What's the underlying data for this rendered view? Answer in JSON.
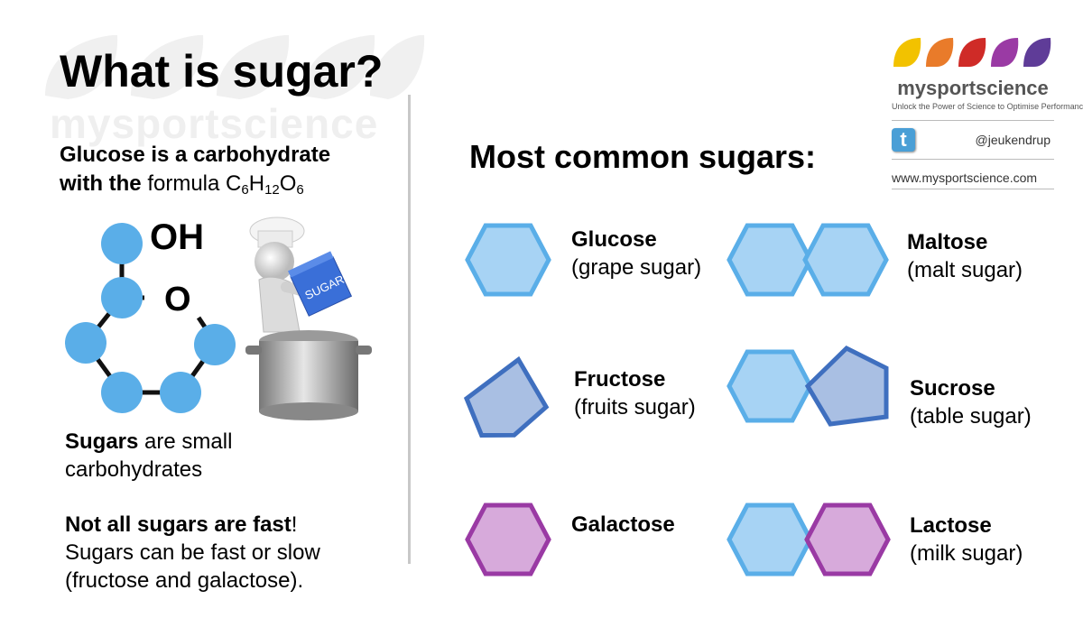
{
  "watermark": "mysportscience",
  "title": "What is sugar?",
  "intro": {
    "line1_bold": "Glucose is a carbohydrate",
    "line2_bold": "with the",
    "line2_text": "formula",
    "formula": {
      "c": "C",
      "c_n": "6",
      "h": "H",
      "h_n": "12",
      "o": "O",
      "o_n": "6"
    }
  },
  "molecule": {
    "oh_label": "OH",
    "o_label": "O"
  },
  "box_label": "SUGAR",
  "notes": {
    "sugars_bold": "Sugars",
    "sugars_text": "are small",
    "sugars_text2": "carbohydrates",
    "fast_bold": "Not all sugars are fast",
    "fast_punct": "!",
    "fast_line2": "Sugars can be fast or slow",
    "fast_line3": "(fructose and galactose)."
  },
  "section_title": "Most common sugars:",
  "sugars": [
    {
      "name": "Glucose",
      "desc": "(grape sugar)"
    },
    {
      "name": "Maltose",
      "desc": "(malt sugar)"
    },
    {
      "name": "Fructose",
      "desc": "(fruits sugar)"
    },
    {
      "name": "Sucrose",
      "desc": "(table sugar)"
    },
    {
      "name": "Galactose",
      "desc": ""
    },
    {
      "name": "Lactose",
      "desc": "(milk sugar)"
    }
  ],
  "brand": {
    "name": "mysportscience",
    "tagline": "Unlock the Power of Science to Optimise Performance",
    "twitter_handle": "@jeukendrup",
    "website": "www.mysportscience.com",
    "drop_colors": [
      "#f2c200",
      "#e97b2a",
      "#cf2b27",
      "#9a3aa4",
      "#5f3c98"
    ]
  },
  "colors": {
    "hex_fill": "#a7d3f4",
    "hex_stroke": "#5aaee8",
    "pent_fill": "#a9bfe3",
    "pent_stroke": "#3f6fbf",
    "gal_fill": "#d7aadb",
    "gal_stroke": "#9a3aa4",
    "atom": "#5aaee8"
  }
}
